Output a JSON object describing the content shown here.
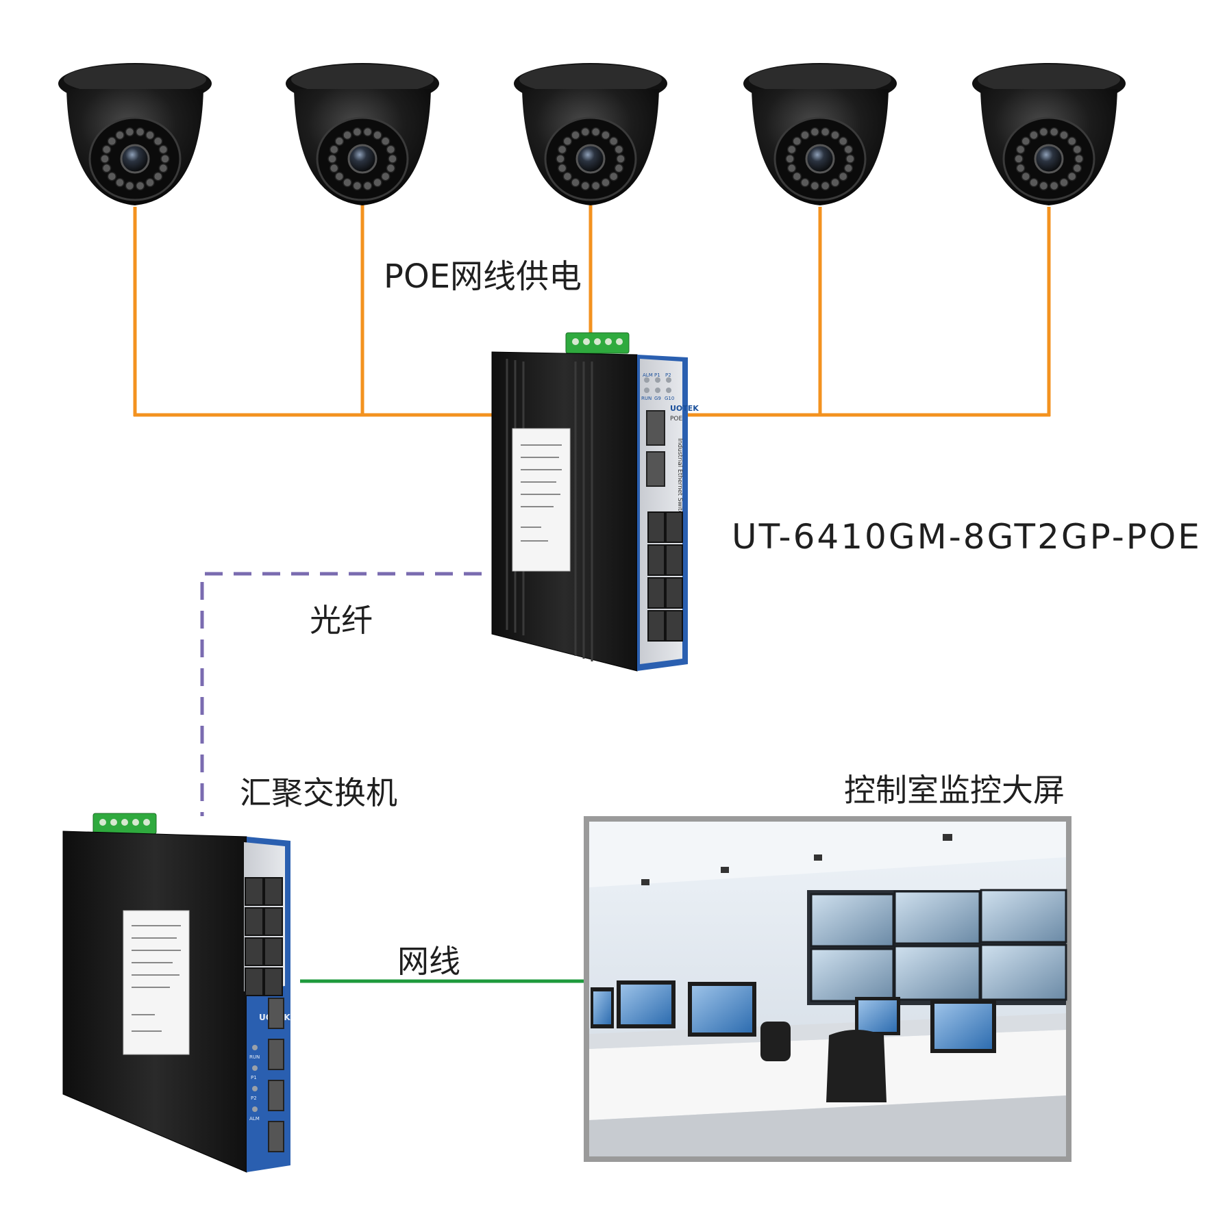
{
  "labels": {
    "poe_supply": "POE网线供电",
    "switch_model": "UT-6410GM-8GT2GP-POE",
    "fiber": "光纤",
    "aggregation_switch": "汇聚交换机",
    "control_room": "控制室监控大屏",
    "network_cable": "网线"
  },
  "device_text": {
    "brand": "UOTEK",
    "poe_switch_leds": [
      "ALM",
      "P1",
      "P2",
      "RUN",
      "G9",
      "G10"
    ],
    "poe_switch_tag": "POE",
    "poe_switch_side": "Industrial Ethernet Switch",
    "agg_switch_leds": [
      "RUN",
      "P1",
      "P2",
      "ALM"
    ]
  },
  "colors": {
    "poe_line": "#f3921f",
    "fiber_line": "#7a6bb0",
    "lan_line": "#1e9a3c",
    "device_body": "#1a1a1a",
    "device_front": "#2a5fb0",
    "terminal_block": "#2faa3e",
    "camera": "#161616"
  },
  "counts": {
    "cameras": 5,
    "poe_switch_rj45_ports": 8,
    "poe_switch_sfp_ports": 2,
    "agg_switch_rj45_ports": 8,
    "agg_switch_sfp_ports": 4
  }
}
